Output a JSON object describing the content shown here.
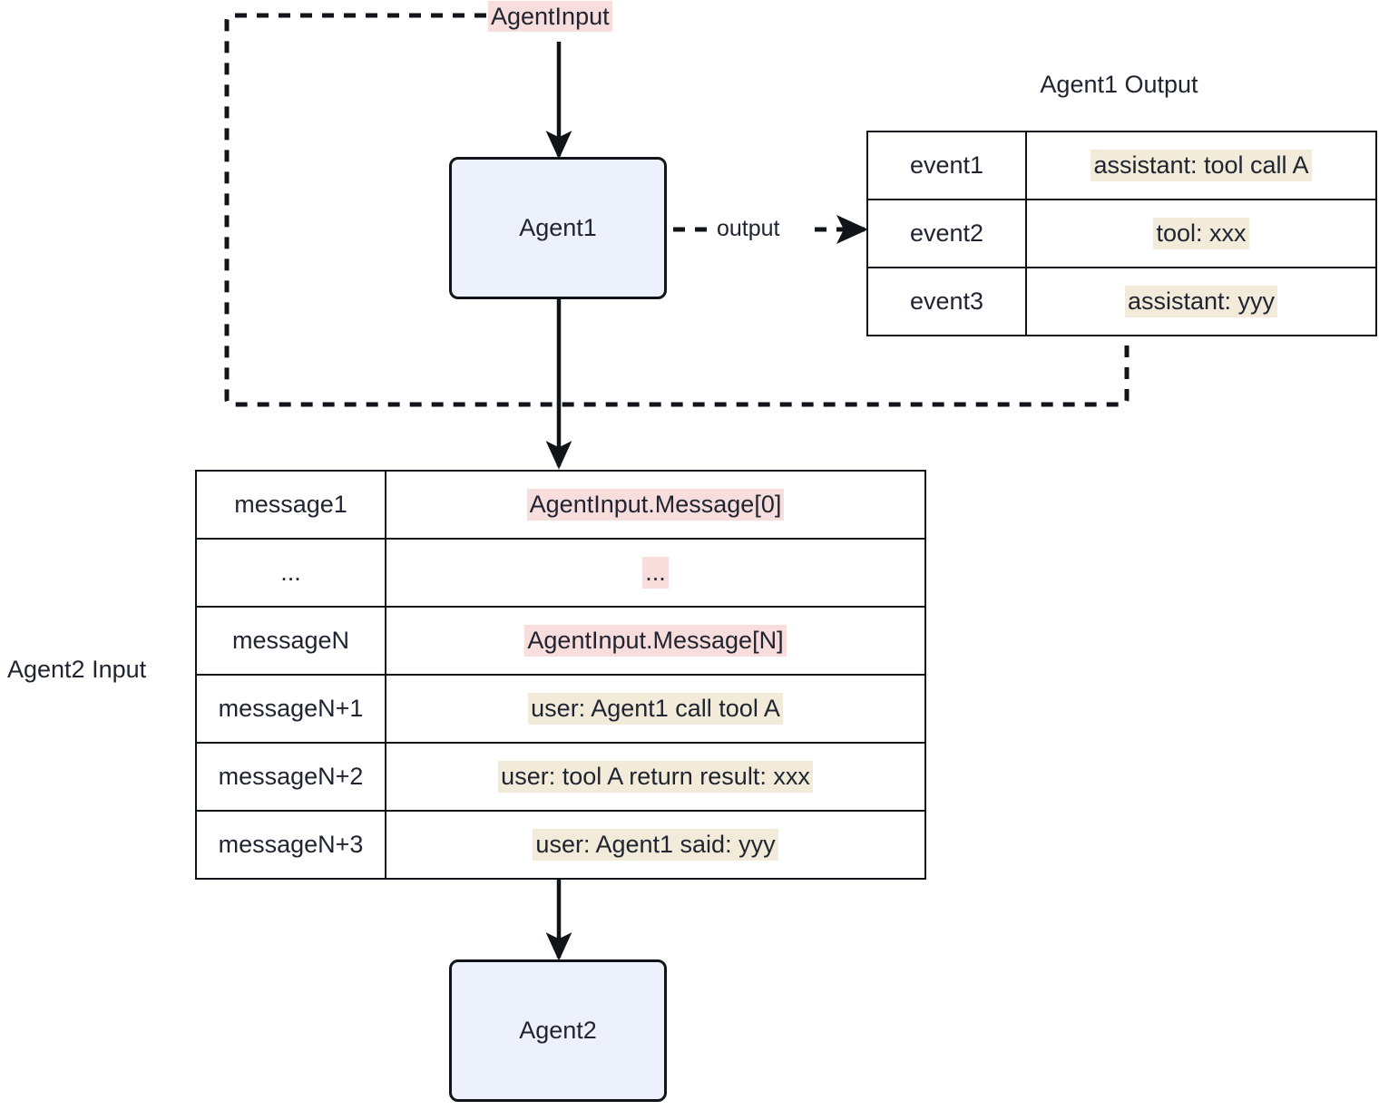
{
  "diagram": {
    "nodes": {
      "agent1": "Agent1",
      "agent2": "Agent2"
    },
    "labels": {
      "agent_input": "AgentInput",
      "output_edge": "output",
      "agent1_output_title": "Agent1 Output",
      "agent2_input_title": "Agent2 Input"
    },
    "agent1_output_rows": [
      {
        "key": "event1",
        "value": "assistant: tool call A"
      },
      {
        "key": "event2",
        "value": "tool: xxx"
      },
      {
        "key": "event3",
        "value": "assistant: yyy"
      }
    ],
    "agent2_input_rows": [
      {
        "key": "message1",
        "value": "AgentInput.Message[0]",
        "highlight": "pink"
      },
      {
        "key": "...",
        "value": "...",
        "highlight": "pink"
      },
      {
        "key": "messageN",
        "value": "AgentInput.Message[N]",
        "highlight": "pink"
      },
      {
        "key": "messageN+1",
        "value": "user: Agent1 call tool A",
        "highlight": "beige"
      },
      {
        "key": "messageN+2",
        "value": "user: tool A return result: xxx",
        "highlight": "beige"
      },
      {
        "key": "messageN+3",
        "value": "user: Agent1 said: yyy",
        "highlight": "beige"
      }
    ],
    "colors": {
      "node_fill": "#ECF1FB",
      "node_border": "#111418",
      "pink_highlight": "#F8DDDD",
      "beige_highlight": "#F2EBDA",
      "text": "#1f2430"
    }
  }
}
